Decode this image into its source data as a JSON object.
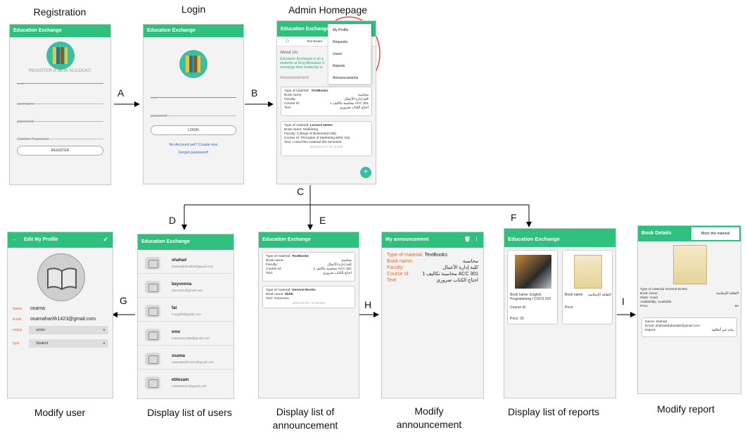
{
  "captions": {
    "registration": "Registration",
    "login": "Login",
    "admin_homepage": "Admin Homepage",
    "modify_user": "Modify user",
    "display_users": "Display list of users",
    "display_announcement_l1": "Display list of",
    "display_announcement_l2": "announcement",
    "modify_announcement_l1": "Modify",
    "modify_announcement_l2": "announcement",
    "display_reports": "Display list of reports",
    "modify_report": "Modify report"
  },
  "edges": {
    "a": "A",
    "b": "B",
    "c": "C",
    "d": "D",
    "e": "E",
    "f": "F",
    "g": "G",
    "h": "H",
    "i": "I"
  },
  "app": {
    "title": "Education Exchange"
  },
  "registration": {
    "heading": "REGISTER A NEW ACCOUNT",
    "email": "email",
    "username": "username",
    "password": "password",
    "confirm": "Confirm Password",
    "button": "REGISTER"
  },
  "login": {
    "email": "email",
    "password": "password",
    "button": "LOGIN",
    "no_account": "No Account yet? Create one",
    "forgot": "Forgot password!"
  },
  "admin": {
    "tab": "Text Books",
    "about_title": "About Us:",
    "about_text_1": "Education Exchange is an a",
    "about_text_2": "students at King Abdulaziz U",
    "about_text_3": "exchange their textbooks a",
    "announcement_title": "Announcement:",
    "menu": [
      "My Profile",
      "Requests",
      "Users",
      "Reports",
      "Announcements"
    ],
    "card1": {
      "type_label": "Type of material:",
      "type_value": "TextBooks",
      "book_label": "Book name:",
      "book_value": "محاسبة",
      "faculty_label": "Faculty:",
      "faculty_value": "كلية إدارة الأعمال",
      "course_label": "Course Id:",
      "course_value": "ACC 301 محاسبة تكاليف 1",
      "text_label": "Text:",
      "text_value": "احتاج الكتاب ضروري"
    },
    "card2": {
      "type_label": "Type of material:",
      "type_value": "Lecture Notes",
      "book_label": "Book name:",
      "book_value": "Marketing",
      "faculty_label": "Faculty:",
      "faculty_value": "College of Business(COB)",
      "course_label": "Course Id:",
      "course_value": "Principles of Marketing MRK 152",
      "text_label": "Text:",
      "text_value": "I need this material this semester",
      "date": "2018-04-17T 20:16:042"
    },
    "fab": "+"
  },
  "modify_user": {
    "title": "Edit My Profile",
    "back_icon": "←",
    "check_icon": "✓",
    "name_label": "Name",
    "name_value": "osama",
    "email_label": "Email",
    "email_value": "osamaharith1423@gmail.com",
    "status_label": "status",
    "status_value": "active",
    "type_label": "type",
    "type_value": "Student"
  },
  "users": {
    "list": [
      {
        "name": "shahad",
        "email": "shahadabdulalah@gmail.com"
      },
      {
        "name": "bayooona",
        "email": "amoo941@gmail.com"
      },
      {
        "name": "fat",
        "email": "f.sugafiti@gmail.com"
      },
      {
        "name": "emo",
        "email": "emteman1355@gmail.com"
      },
      {
        "name": "osama",
        "email": "osamaharith1423@gmail.com"
      },
      {
        "name": "ebtesam",
        "email": "1ebtesasam@gmail.com"
      }
    ]
  },
  "announcements": {
    "card1": {
      "type_label": "Type of material:",
      "type_value": "TextBooks",
      "book_label": "Book name:",
      "book_value": "محاسبة",
      "faculty_label": "Faculty:",
      "faculty_value": "كلية إدارة الأعمال",
      "course_label": "Course Id:",
      "course_value": "ACC 301 محاسبة تكاليف 1",
      "text_label": "Text:",
      "text_value": "احتاج الكتاب ضروري"
    },
    "card2": {
      "type_label": "Type of material:",
      "type_value": "General Books",
      "book_label": "Book name:",
      "book_value": "bbbb",
      "text_label": "Text:",
      "text_value": "nnnnnnnn",
      "date": "2018-04-03T 21:45:502"
    }
  },
  "modify_announcement": {
    "title": "My announcement",
    "delete_icon": "🗑",
    "more_icon": "⋮",
    "type_label": "Type of material:",
    "type_value": "TextBooks",
    "book_label": "Book name:",
    "book_value": "محاسبة",
    "faculty_label": "Faculty:",
    "faculty_value": "كلية إدارة الأعمال",
    "course_label": "Course Id:",
    "course_value": "ACC 301 محاسبة تكاليف 1",
    "text_label": "Text:",
    "text_value": "احتاج الكتاب ضروري"
  },
  "reports": {
    "item1": {
      "book_label": "Book name:",
      "book_value": "English Programming | COCS 202",
      "course_label": "Course Id:",
      "price_label": "Price:",
      "price_value": "25"
    },
    "item2": {
      "book_label": "Book name:",
      "book_value": "الثقافة الإسلامية",
      "price_label": "Price:"
    }
  },
  "modify_report": {
    "title": "Book Details",
    "block_button": "Block this material",
    "type_label": "Type of material",
    "type_value": "General Books",
    "book_label": "Book name:",
    "book_value": "الثقافة الإسلامية",
    "state_label": "State:",
    "state_value": "Used",
    "availability_label": "Availability:",
    "availability_value": "Available",
    "price_label": "Price",
    "price_value": "80",
    "name_label": "Name:",
    "name_value": "shahad",
    "email_label": "Email:",
    "email_value": "shahadabdulalah@gmail.com",
    "report_label": "Report:",
    "report_value": "مادة غير أخلاقية"
  }
}
